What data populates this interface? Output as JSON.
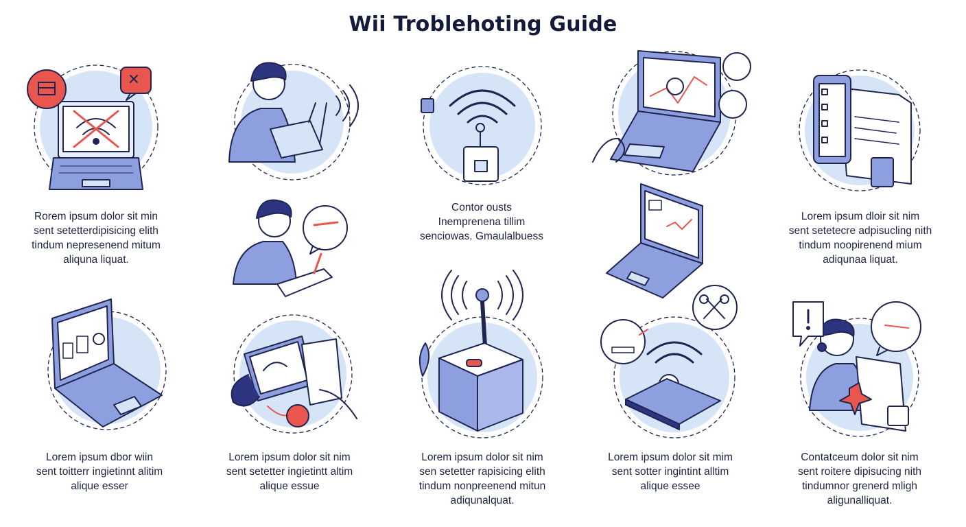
{
  "title": "Wii Troblehoting Guide",
  "colors": {
    "accent_light": "#d6e4f8",
    "accent_blue": "#8e9fe0",
    "stroke": "#1f2550",
    "alert_red": "#e9564e"
  },
  "illustrations": [
    {
      "id": "laptop-no-wifi",
      "icon": "laptop-wifi-off-icon"
    },
    {
      "id": "person-router",
      "icon": "person-router-icon"
    },
    {
      "id": "wifi-power-button",
      "icon": "wifi-power-icon"
    },
    {
      "id": "laptop-signal",
      "icon": "laptop-signal-icon"
    },
    {
      "id": "phone-checklist",
      "icon": "phone-checklist-icon"
    },
    {
      "id": "person-modem",
      "icon": "person-modem-icon"
    },
    {
      "id": "laptop-chart",
      "icon": "laptop-chart-icon"
    },
    {
      "id": "laptop-settings",
      "icon": "laptop-settings-icon"
    },
    {
      "id": "tablet-cable",
      "icon": "tablet-cable-icon"
    },
    {
      "id": "antenna-box",
      "icon": "antenna-router-icon"
    },
    {
      "id": "wifi-hub",
      "icon": "wifi-hub-icon"
    },
    {
      "id": "support-agent",
      "icon": "support-agent-icon"
    }
  ],
  "captions": [
    {
      "lines": [
        "Rorem ipsum dolor sit min",
        "sent setetterdipisicing elith",
        "tindum nepresenend mitum",
        "aliquna liquat."
      ]
    },
    {
      "lines": [
        "Contor ousts",
        "Inemprenena tillim",
        "senciowas. Gmaulalbuess"
      ]
    },
    {
      "lines": [
        "Lorem ipsum dloir sit nim",
        "sent setetecre adpisucling nith",
        "tindum noopirenend mium",
        "adiqunaa liquat."
      ]
    },
    {
      "lines": [
        "Lorem ipsum dbor wiin",
        "sent toitterr ingietinnt alitim",
        "alique esser"
      ]
    },
    {
      "lines": [
        "Lorem ipsum dolor sit nim",
        "sent setetter ingietintt altim",
        "alique essue"
      ]
    },
    {
      "lines": [
        "Lorem ipsum dolor sit nim",
        "sen setetter rapisicing elith",
        "tindum nonpreenend mitun",
        "adiqunalquat."
      ]
    },
    {
      "lines": [
        "Lorem ipsum dolor sit mim",
        "sent sotter ingintint alltim",
        "alique essee"
      ]
    },
    {
      "lines": [
        "Contatceum dolor sit nim",
        "sent roitere dipisucing nith",
        "tindumnor grenerd mligh",
        "aligunalliquat."
      ]
    }
  ]
}
